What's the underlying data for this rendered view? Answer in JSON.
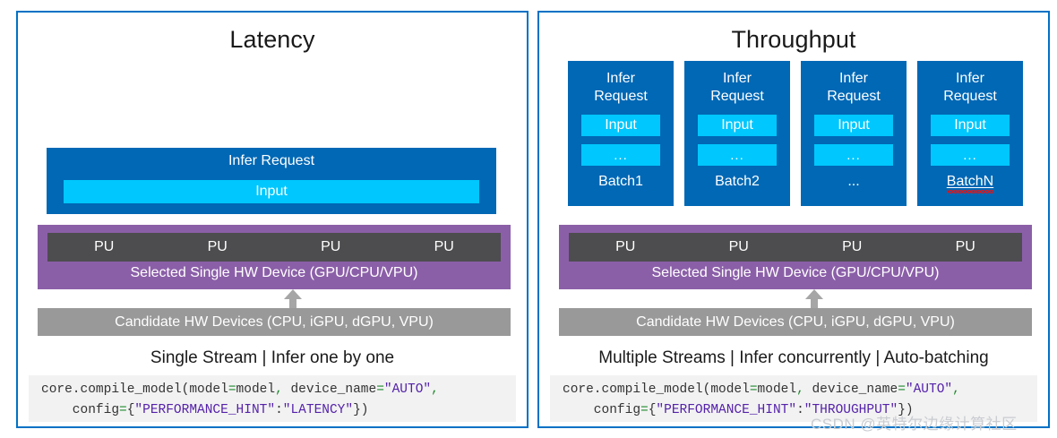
{
  "panels": [
    {
      "id": "latency",
      "title": "Latency",
      "mode": "single",
      "infer_request": {
        "title": "Infer Request",
        "input_label": "Input"
      },
      "hw_band": {
        "pu_label": "PU",
        "pu_count": 4,
        "device_label": "Selected Single HW Device (GPU/CPU/VPU)"
      },
      "candidate_label": "Candidate HW Devices (CPU, iGPU, dGPU, VPU)",
      "caption": "Single Stream | Infer one by one",
      "code": {
        "line1": [
          {
            "t": "core.compile_model(model",
            "c": "pun"
          },
          {
            "t": "=",
            "c": "op"
          },
          {
            "t": "model",
            "c": "pun"
          },
          {
            "t": ",",
            "c": "op"
          },
          {
            "t": " device_name",
            "c": "pun"
          },
          {
            "t": "=",
            "c": "op"
          },
          {
            "t": "\"AUTO\"",
            "c": "str"
          },
          {
            "t": ",",
            "c": "op"
          }
        ],
        "line2": [
          {
            "t": "    config",
            "c": "pun"
          },
          {
            "t": "=",
            "c": "op"
          },
          {
            "t": "{",
            "c": "pun"
          },
          {
            "t": "\"PERFORMANCE_HINT\"",
            "c": "str"
          },
          {
            "t": ":",
            "c": "pun"
          },
          {
            "t": "\"LATENCY\"",
            "c": "str"
          },
          {
            "t": "})",
            "c": "pun"
          }
        ]
      }
    },
    {
      "id": "throughput",
      "title": "Throughput",
      "mode": "batched",
      "cards": [
        {
          "title": "Infer\nRequest",
          "input_label": "Input",
          "ellipsis_label": "...",
          "footer": "Batch1",
          "underlined": false,
          "misspelled": false
        },
        {
          "title": "Infer\nRequest",
          "input_label": "Input",
          "ellipsis_label": "...",
          "footer": "Batch2",
          "underlined": false,
          "misspelled": false
        },
        {
          "title": "Infer\nRequest",
          "input_label": "Input",
          "ellipsis_label": "...",
          "footer": "...",
          "underlined": false,
          "misspelled": false
        },
        {
          "title": "Infer\nRequest",
          "input_label": "Input",
          "ellipsis_label": "...",
          "footer": "BatchN",
          "underlined": true,
          "misspelled": true
        }
      ],
      "hw_band": {
        "pu_label": "PU",
        "pu_count": 4,
        "device_label": "Selected Single HW Device (GPU/CPU/VPU)"
      },
      "candidate_label": "Candidate HW Devices (CPU, iGPU, dGPU, VPU)",
      "caption": "Multiple Streams | Infer concurrently | Auto-batching",
      "code": {
        "line1": [
          {
            "t": "core.compile_model(model",
            "c": "pun"
          },
          {
            "t": "=",
            "c": "op"
          },
          {
            "t": "model",
            "c": "pun"
          },
          {
            "t": ",",
            "c": "op"
          },
          {
            "t": " device_name",
            "c": "pun"
          },
          {
            "t": "=",
            "c": "op"
          },
          {
            "t": "\"AUTO\"",
            "c": "str"
          },
          {
            "t": ",",
            "c": "op"
          }
        ],
        "line2": [
          {
            "t": "    config",
            "c": "pun"
          },
          {
            "t": "=",
            "c": "op"
          },
          {
            "t": "{",
            "c": "pun"
          },
          {
            "t": "\"PERFORMANCE_HINT\"",
            "c": "str"
          },
          {
            "t": ":",
            "c": "pun"
          },
          {
            "t": "\"THROUGHPUT\"",
            "c": "str"
          },
          {
            "t": "})",
            "c": "pun"
          }
        ]
      }
    }
  ],
  "watermark": "CSDN @英特尔边缘计算社区",
  "colors": {
    "panel_border": "#0071c5",
    "infer_blue": "#0068b5",
    "input_cyan": "#00c7fd",
    "hw_purple": "#8b5fa8",
    "pu_gray": "#4d4d4f",
    "candidate_gray": "#999999",
    "code_bg": "#f2f2f2",
    "string_token": "#5522aa",
    "operator_token": "#1f8a2f",
    "spellcheck_red": "#ee1111"
  }
}
